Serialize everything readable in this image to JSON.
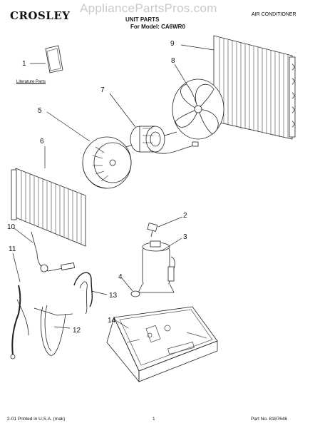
{
  "header": {
    "brand": "CROSLEY",
    "watermark": "AppliancePartsPros.com",
    "title_line1": "UNIT PARTS",
    "title_line2": "For Model: CA6WR0",
    "category": "AIR CONDITIONER"
  },
  "callouts": [
    "1",
    "2",
    "3",
    "4",
    "5",
    "6",
    "7",
    "8",
    "9",
    "10",
    "11",
    "12",
    "13",
    "14"
  ],
  "literature_label": "Literature Parts",
  "footer": {
    "left": "2-01 Printed in U.S.A. (mak)",
    "center": "1",
    "right": "Part No. 8187646"
  }
}
